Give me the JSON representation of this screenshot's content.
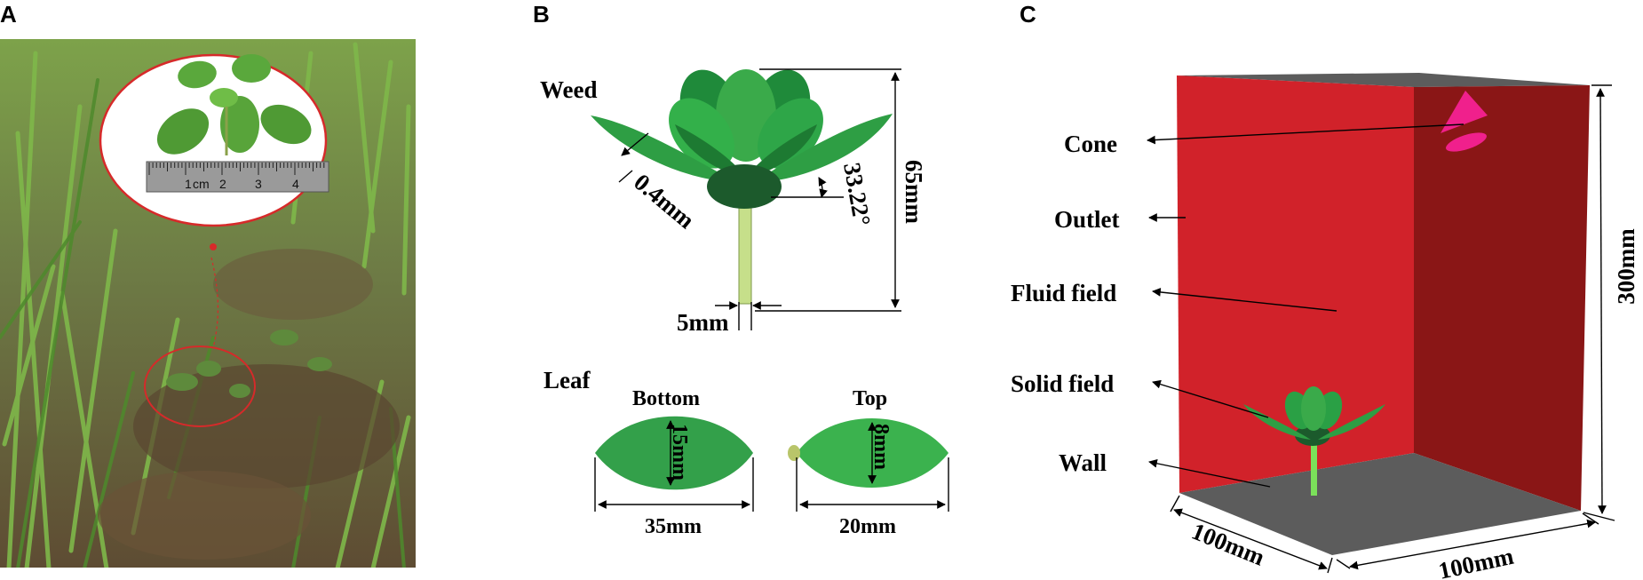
{
  "panels": {
    "a": {
      "letter": "A",
      "ruler_unit": "cm",
      "ruler_ticks": [
        "1",
        "2",
        "3",
        "4"
      ]
    },
    "b": {
      "letter": "B",
      "weed_label": "Weed",
      "thickness_label": "0.4mm",
      "angle_label": "33.22°",
      "height_label": "65mm",
      "stem_label": "5mm",
      "leaf_label": "Leaf",
      "bottom_title": "Bottom",
      "bottom_width": "35mm",
      "bottom_height": "15mm",
      "top_title": "Top",
      "top_width": "20mm",
      "top_height": "8mm"
    },
    "c": {
      "letter": "C",
      "labels": {
        "cone": "Cone",
        "outlet": "Outlet",
        "fluid": "Fluid field",
        "solid": "Solid field",
        "wall": "Wall"
      },
      "height_label": "300mm",
      "depth_label": "100mm",
      "width_label": "100mm"
    }
  },
  "colors": {
    "box_front": "#d1222a",
    "box_side": "#8a1616",
    "box_top": "#5c5c5c",
    "box_floor": "#5c5c5c",
    "cone": "#f0208c",
    "leaf_dark": "#1f8a3a",
    "leaf_light": "#33b04a",
    "leaf_center": "#1c5a2c",
    "stem": "#c6df8a",
    "photo_soil": "#6b5a3e",
    "photo_grass": "#5f9a3a",
    "inset_ring": "#d62a2a"
  }
}
